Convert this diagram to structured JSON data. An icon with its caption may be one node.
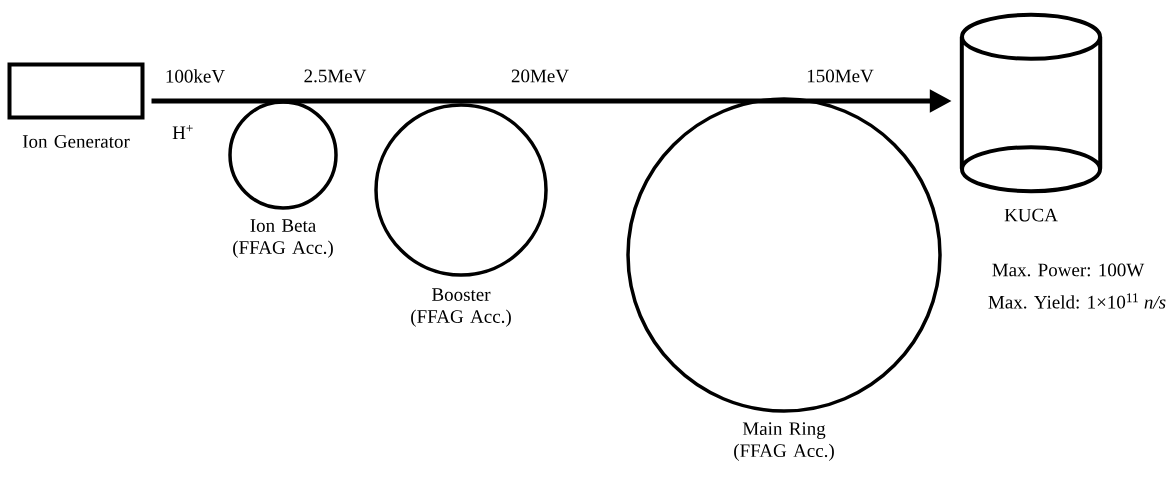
{
  "diagram": {
    "nodes": [
      {
        "text": [
          "Ion Generator"
        ]
      },
      {
        "text": [
          "Ion Beta (FFAG Acc.)"
        ]
      },
      {
        "text": [
          "Booster (FFAG Acc.)"
        ]
      },
      {
        "text": [
          "Main Ring (FFAG Acc.)"
        ]
      },
      {
        "text": [
          "KUCA"
        ],
        "beside": [
          "Max. Power: 100W",
          "Max. Yield: 1×10$^{11}$ *n/s*"
        ]
      }
    ],
    "edges": [
      {
        "from": 0,
        "to": 4,
        "arrow": "to"
      }
    ],
    "labels": [
      "100keV",
      "2.5MeV",
      "20MeV",
      "150MeV",
      "H$^{+}$"
    ]
  }
}
